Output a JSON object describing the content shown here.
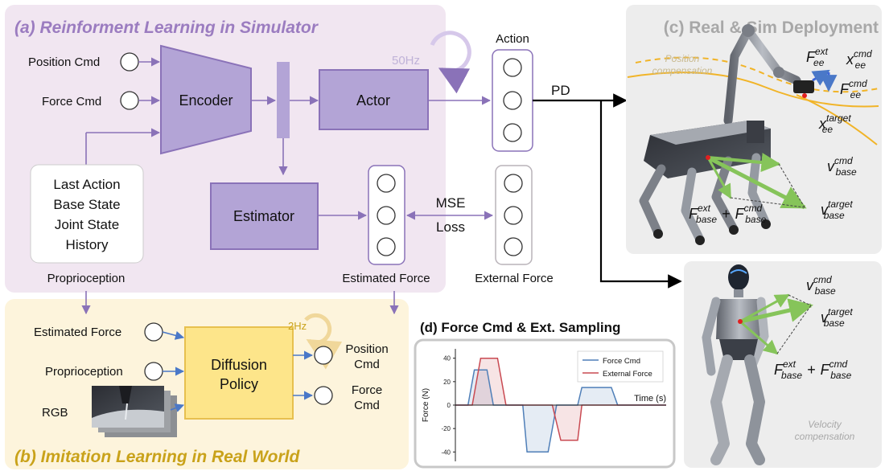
{
  "panel_a": {
    "title": "(a) Reinforment Learning in Simulator",
    "inputs": {
      "position_cmd": "Position Cmd",
      "force_cmd": "Force Cmd"
    },
    "encoder": "Encoder",
    "actor": "Actor",
    "estimator": "Estimator",
    "rate": "50Hz",
    "action_label": "Action",
    "pd_label": "PD",
    "state_box": [
      "Last Action",
      "Base State",
      "Joint State",
      "History"
    ],
    "proprioception": "Proprioception",
    "mse": [
      "MSE",
      "Loss"
    ],
    "estimated_force": "Estimated Force",
    "external_force": "External Force"
  },
  "panel_b": {
    "title": "(b) Imitation Learning in Real World",
    "inputs": {
      "estimated_force": "Estimated Force",
      "proprioception": "Proprioception",
      "rgb": "RGB"
    },
    "policy": [
      "Diffusion",
      "Policy"
    ],
    "rate": "2Hz",
    "outputs": {
      "position_cmd": [
        "Position",
        "Cmd"
      ],
      "force_cmd": [
        "Force",
        "Cmd"
      ]
    }
  },
  "panel_c": {
    "title": "(c) Real & Sim Deployment",
    "position_compensation": [
      "Position",
      "compensation"
    ],
    "velocity_compensation": [
      "Velocity",
      "compensation"
    ],
    "symbols": {
      "f_ee_ext": {
        "base": "F",
        "sup": "ext",
        "sub": "ee"
      },
      "x_ee_cmd": {
        "base": "x",
        "sup": "cmd",
        "sub": "ee"
      },
      "f_ee_cmd": {
        "base": "F",
        "sup": "cmd",
        "sub": "ee"
      },
      "x_ee_target": {
        "base": "x",
        "sup": "target",
        "sub": "ee"
      },
      "v_base_cmd": {
        "base": "v",
        "sup": "cmd",
        "sub": "base"
      },
      "v_base_target": {
        "base": "v",
        "sup": "target",
        "sub": "base"
      },
      "f_base_ext": {
        "base": "F",
        "sup": "ext",
        "sub": "base"
      },
      "f_base_cmd": {
        "base": "F",
        "sup": "cmd",
        "sub": "base"
      },
      "plus": "+"
    }
  },
  "panel_d": {
    "title": "(d) Force Cmd & Ext. Sampling"
  },
  "colors": {
    "panel_a_bg": "#f1e6f1",
    "panel_b_bg": "#fdf4dc",
    "node_fill": "#b3a4d6",
    "node_stroke": "#8a72b8",
    "policy_fill": "#fde58a",
    "force_cmd": "#4f7fb8",
    "external_force": "#c94a52",
    "panel_c_bg": "#ededed",
    "title_a": "#9b7cc0",
    "title_b": "#c9a21a"
  },
  "chart_data": {
    "type": "line",
    "xlabel": "Time (s)",
    "ylabel": "Force (N)",
    "yticks": [
      -40,
      -20,
      0,
      20,
      40
    ],
    "ylim": [
      -48,
      48
    ],
    "xlim": [
      0,
      100
    ],
    "grid": false,
    "legend_position": "top-right",
    "series": [
      {
        "name": "Force Cmd",
        "color": "#4f7fb8",
        "x": [
          0,
          6,
          9,
          15,
          18,
          32,
          34,
          44,
          48,
          58,
          60,
          74,
          77,
          84,
          100
        ],
        "y": [
          0,
          0,
          30,
          30,
          0,
          0,
          -40,
          -40,
          0,
          0,
          15,
          15,
          0,
          0,
          0
        ]
      },
      {
        "name": "External Force",
        "color": "#c94a52",
        "x": [
          0,
          8,
          12,
          20,
          24,
          46,
          50,
          58,
          60,
          100
        ],
        "y": [
          0,
          0,
          40,
          40,
          0,
          0,
          -30,
          -30,
          0,
          0
        ]
      }
    ]
  }
}
